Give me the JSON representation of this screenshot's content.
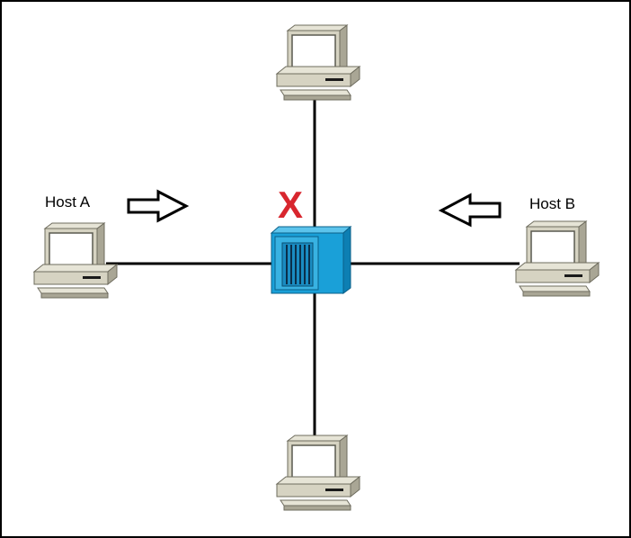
{
  "nodes": {
    "host_a": {
      "label": "Host A"
    },
    "host_b": {
      "label": "Host B"
    },
    "top_host": {
      "label": ""
    },
    "bottom_host": {
      "label": ""
    },
    "hub": {
      "icon": "hub-icon"
    }
  },
  "blocked_marker": {
    "glyph": "X",
    "color": "#d8262e"
  },
  "arrows": [
    {
      "name": "host-a-arrow",
      "direction": "right"
    },
    {
      "name": "host-b-arrow",
      "direction": "left"
    }
  ],
  "colors": {
    "hub_front": "#1aa0d8",
    "hub_side": "#0d7fb3",
    "hub_top": "#5cc4ec",
    "computer_body": "#d6d3c2",
    "computer_shadow": "#8a8878",
    "screen": "#ffffff",
    "cable": "#000000"
  }
}
